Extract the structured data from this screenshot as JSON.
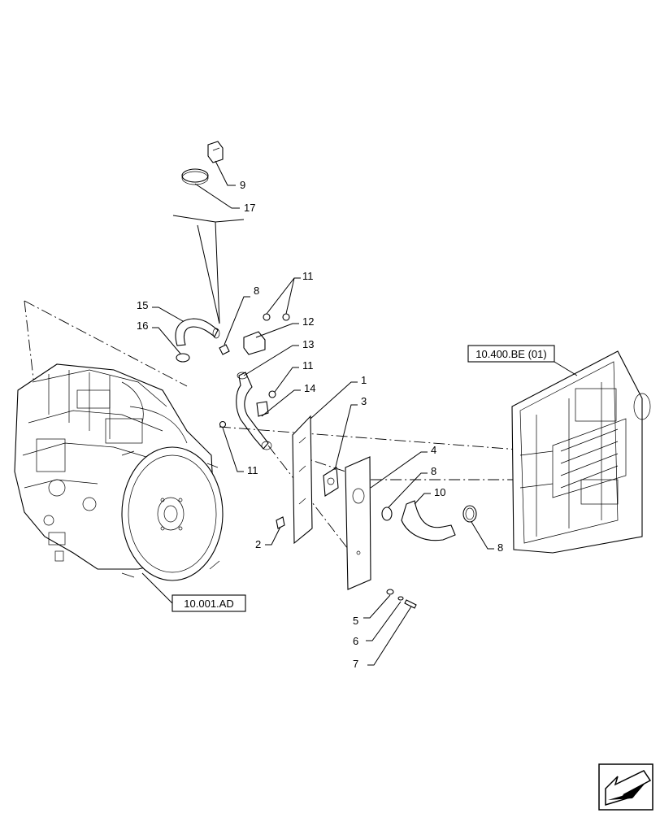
{
  "callouts": {
    "c9": "9",
    "c17": "17",
    "c11a": "11",
    "c8a": "8",
    "c15": "15",
    "c16": "16",
    "c12": "12",
    "c13": "13",
    "c11b": "11",
    "c14": "14",
    "c1": "1",
    "c3": "3",
    "c11c": "11",
    "c4": "4",
    "c8b": "8",
    "c10": "10",
    "c2": "2",
    "c8c": "8",
    "c5": "5",
    "c6": "6",
    "c7": "7"
  },
  "refs": {
    "engine": "10.001.AD",
    "radiator": "10.400.BE (01)"
  },
  "icons": {
    "nav": "next-page-arrow-icon"
  }
}
